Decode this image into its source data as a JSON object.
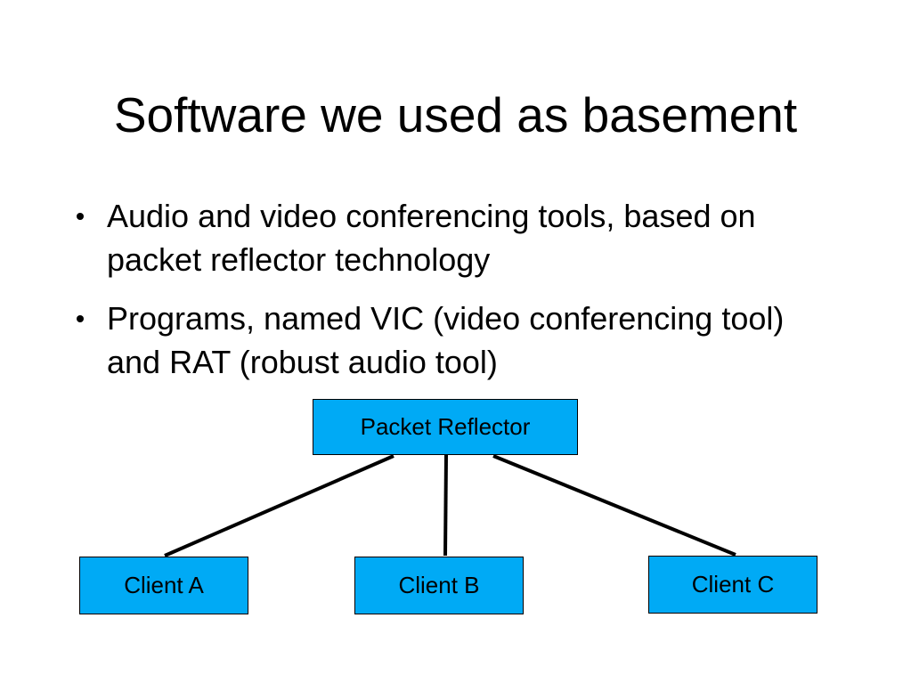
{
  "slide": {
    "title": "Software we used as basement",
    "bullets": [
      "Audio and video conferencing tools, based on packet reflector technology",
      "Programs, named VIC (video conferencing tool) and RAT (robust audio tool)"
    ]
  },
  "diagram": {
    "nodes": {
      "reflector": "Packet Reflector",
      "client_a": "Client A",
      "client_b": "Client B",
      "client_c": "Client C"
    },
    "edges": [
      [
        "reflector",
        "client_a"
      ],
      [
        "reflector",
        "client_b"
      ],
      [
        "reflector",
        "client_c"
      ]
    ],
    "colors": {
      "node_fill": "#00aaf5",
      "node_border": "#000000",
      "edge": "#000000"
    }
  }
}
